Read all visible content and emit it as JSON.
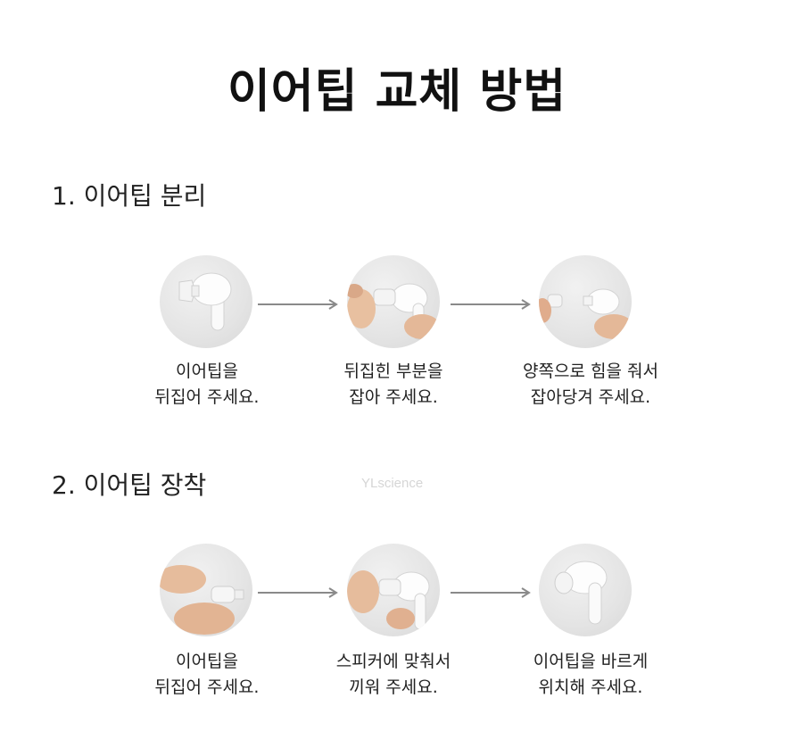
{
  "title": "이어팁 교체 방법",
  "watermark": "YLscience",
  "sections": [
    {
      "heading": "1. 이어팁 분리",
      "steps": [
        {
          "line1": "이어팁을",
          "line2": "뒤집어 주세요."
        },
        {
          "line1": "뒤집힌 부분을",
          "line2": "잡아 주세요."
        },
        {
          "line1": "양쪽으로 힘을 줘서",
          "line2": "잡아당겨 주세요."
        }
      ]
    },
    {
      "heading": "2. 이어팁 장착",
      "steps": [
        {
          "line1": "이어팁을",
          "line2": "뒤집어 주세요."
        },
        {
          "line1": "스피커에 맞춰서",
          "line2": "끼워 주세요."
        },
        {
          "line1": "이어팁을 바르게",
          "line2": "위치해 주세요."
        }
      ]
    }
  ]
}
